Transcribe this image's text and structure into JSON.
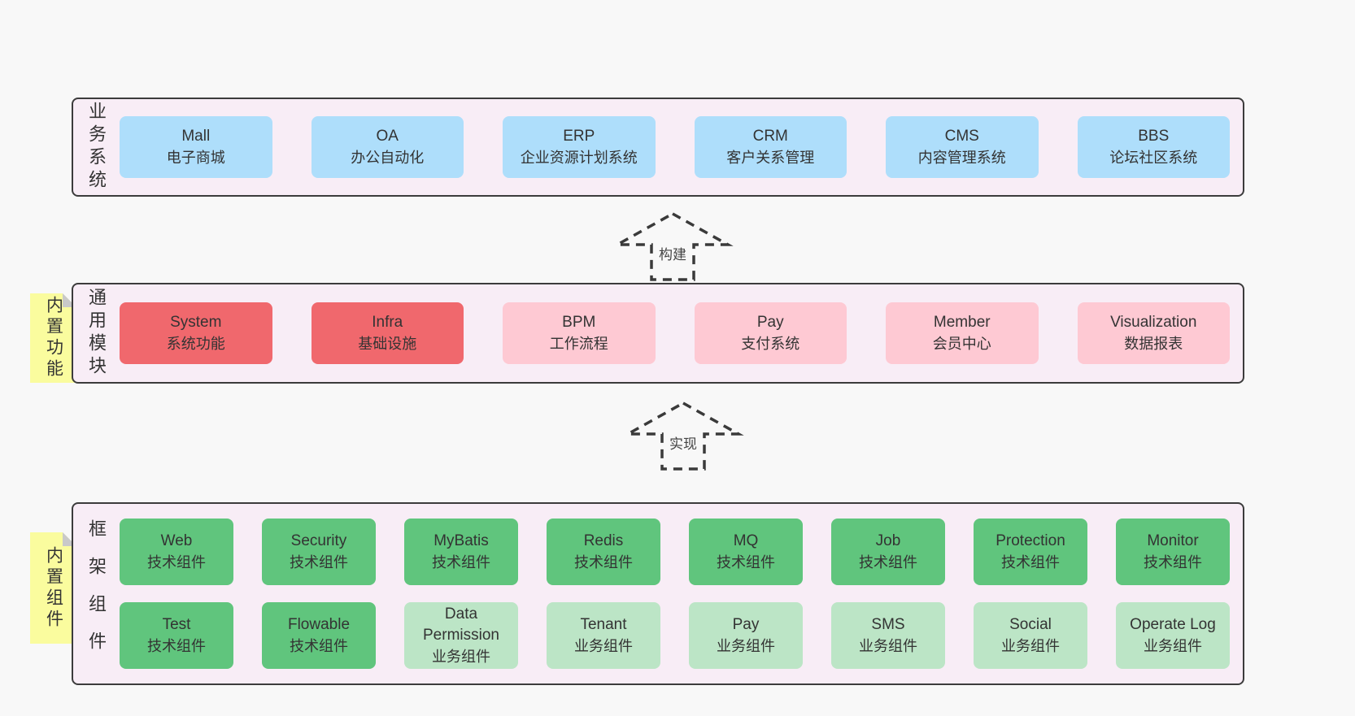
{
  "colors": {
    "page_bg": "#f8f8f8",
    "container_bg": "#f8edf6",
    "container_border": "#3c3c3c",
    "blue": "#aedefb",
    "red": "#f0686d",
    "pink": "#fec9d3",
    "green": "#60c57d",
    "light_green": "#bce5c6",
    "tab_yellow": "#fafc9e",
    "fold_gray": "#c9c9c9",
    "text": "#333333"
  },
  "arrows": [
    {
      "label": "构建"
    },
    {
      "label": "实现"
    }
  ],
  "layers": {
    "business": {
      "label": "业务系统",
      "boxes": [
        {
          "name": "Mall",
          "desc": "电子商城",
          "color": "blue"
        },
        {
          "name": "OA",
          "desc": "办公自动化",
          "color": "blue"
        },
        {
          "name": "ERP",
          "desc": "企业资源计划系统",
          "color": "blue"
        },
        {
          "name": "CRM",
          "desc": "客户关系管理",
          "color": "blue"
        },
        {
          "name": "CMS",
          "desc": "内容管理系统",
          "color": "blue"
        },
        {
          "name": "BBS",
          "desc": "论坛社区系统",
          "color": "blue"
        }
      ]
    },
    "modules": {
      "label": "通用模块",
      "tab": "内置功能",
      "boxes": [
        {
          "name": "System",
          "desc": "系统功能",
          "color": "red"
        },
        {
          "name": "Infra",
          "desc": "基础设施",
          "color": "red"
        },
        {
          "name": "BPM",
          "desc": "工作流程",
          "color": "pink"
        },
        {
          "name": "Pay",
          "desc": "支付系统",
          "color": "pink"
        },
        {
          "name": "Member",
          "desc": "会员中心",
          "color": "pink"
        },
        {
          "name": "Visualization",
          "desc": "数据报表",
          "color": "pink"
        }
      ]
    },
    "components": {
      "label": "框架组件",
      "tab": "内置组件",
      "rows": [
        [
          {
            "name": "Web",
            "desc": "技术组件",
            "color": "green"
          },
          {
            "name": "Security",
            "desc": "技术组件",
            "color": "green"
          },
          {
            "name": "MyBatis",
            "desc": "技术组件",
            "color": "green"
          },
          {
            "name": "Redis",
            "desc": "技术组件",
            "color": "green"
          },
          {
            "name": "MQ",
            "desc": "技术组件",
            "color": "green"
          },
          {
            "name": "Job",
            "desc": "技术组件",
            "color": "green"
          },
          {
            "name": "Protection",
            "desc": "技术组件",
            "color": "green"
          },
          {
            "name": "Monitor",
            "desc": "技术组件",
            "color": "green"
          }
        ],
        [
          {
            "name": "Test",
            "desc": "技术组件",
            "color": "green"
          },
          {
            "name": "Flowable",
            "desc": "技术组件",
            "color": "green"
          },
          {
            "name": "Data Permission",
            "desc": "业务组件",
            "color": "light_green"
          },
          {
            "name": "Tenant",
            "desc": "业务组件",
            "color": "light_green"
          },
          {
            "name": "Pay",
            "desc": "业务组件",
            "color": "light_green"
          },
          {
            "name": "SMS",
            "desc": "业务组件",
            "color": "light_green"
          },
          {
            "name": "Social",
            "desc": "业务组件",
            "color": "light_green"
          },
          {
            "name": "Operate Log",
            "desc": "业务组件",
            "color": "light_green"
          }
        ]
      ]
    }
  }
}
